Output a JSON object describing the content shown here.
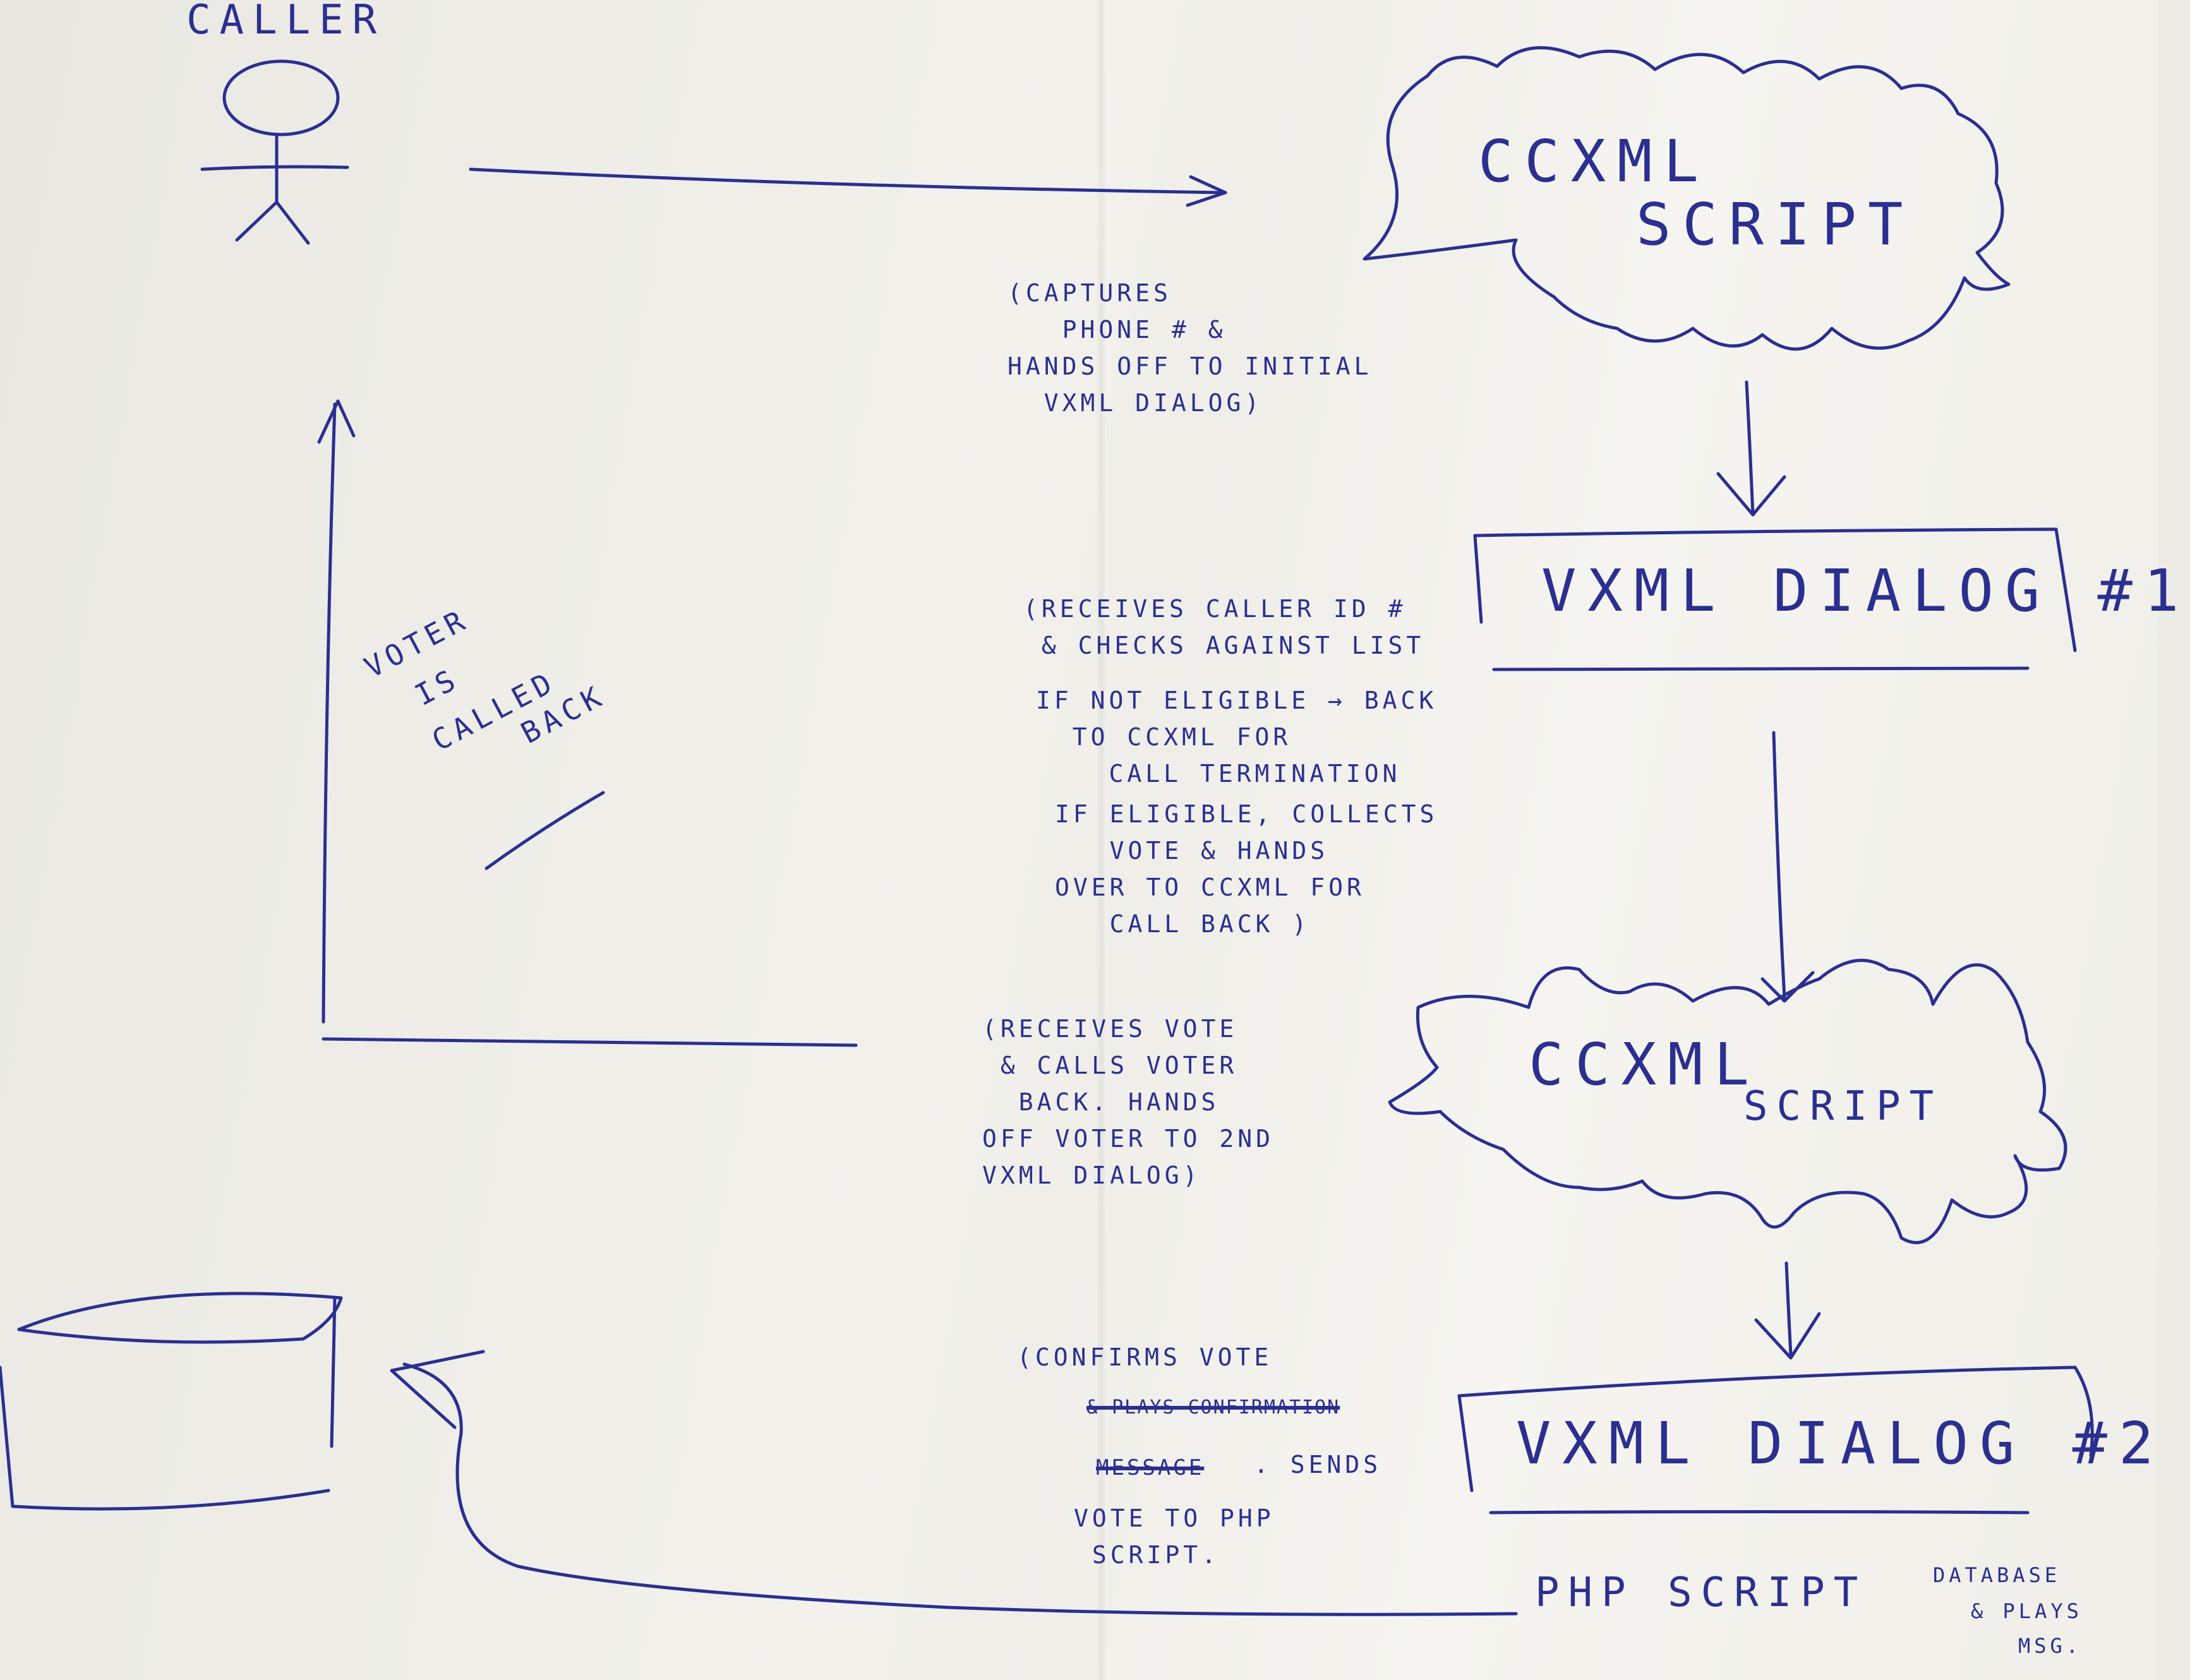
{
  "labels": {
    "caller": "CALLER",
    "ccxml_1_line1": "CCXML",
    "ccxml_1_line2": "SCRIPT",
    "vxml_1": "VXML DIALOG #1",
    "ccxml_2_line1": "CCXML",
    "ccxml_2_line2": "SCRIPT",
    "vxml_2": "VXML DIALOG #2",
    "php_script": "PHP SCRIPT",
    "php_note_line1": "DATABASE",
    "php_note_line2": "& PLAYS",
    "php_note_line3": "MSG.",
    "voter_line1": "VOTER",
    "voter_line2": "IS",
    "voter_line3": "CALLED",
    "voter_line4": "BACK"
  },
  "notes": {
    "ccxml_1": "(CAPTURES\n   PHONE # &\nHANDS OFF TO INITIAL\n  VXML DIALOG)",
    "vxml_1_a": "(RECEIVES CALLER ID #\n & CHECKS AGAINST LIST",
    "vxml_1_b": "IF NOT ELIGIBLE → BACK\n  TO CCXML FOR\n    CALL TERMINATION",
    "vxml_1_c": "IF ELIGIBLE, COLLECTS\n   VOTE & HANDS\nOVER TO CCXML FOR\n   CALL BACK )",
    "ccxml_2": "(RECEIVES VOTE\n & CALLS VOTER\n  BACK. HANDS\nOFF VOTER TO 2ND\nVXML DIALOG)",
    "vxml_2_line1": "(CONFIRMS VOTE",
    "vxml_2_struck1": "& PLAYS CONFIRMATION",
    "vxml_2_struck2": "MESSAGE",
    "vxml_2_after_strike": ". SENDS",
    "vxml_2_rest": "VOTE TO PHP\n SCRIPT."
  },
  "colors": {
    "ink": "#2b2f8f",
    "paper": "#f2f1ec"
  }
}
